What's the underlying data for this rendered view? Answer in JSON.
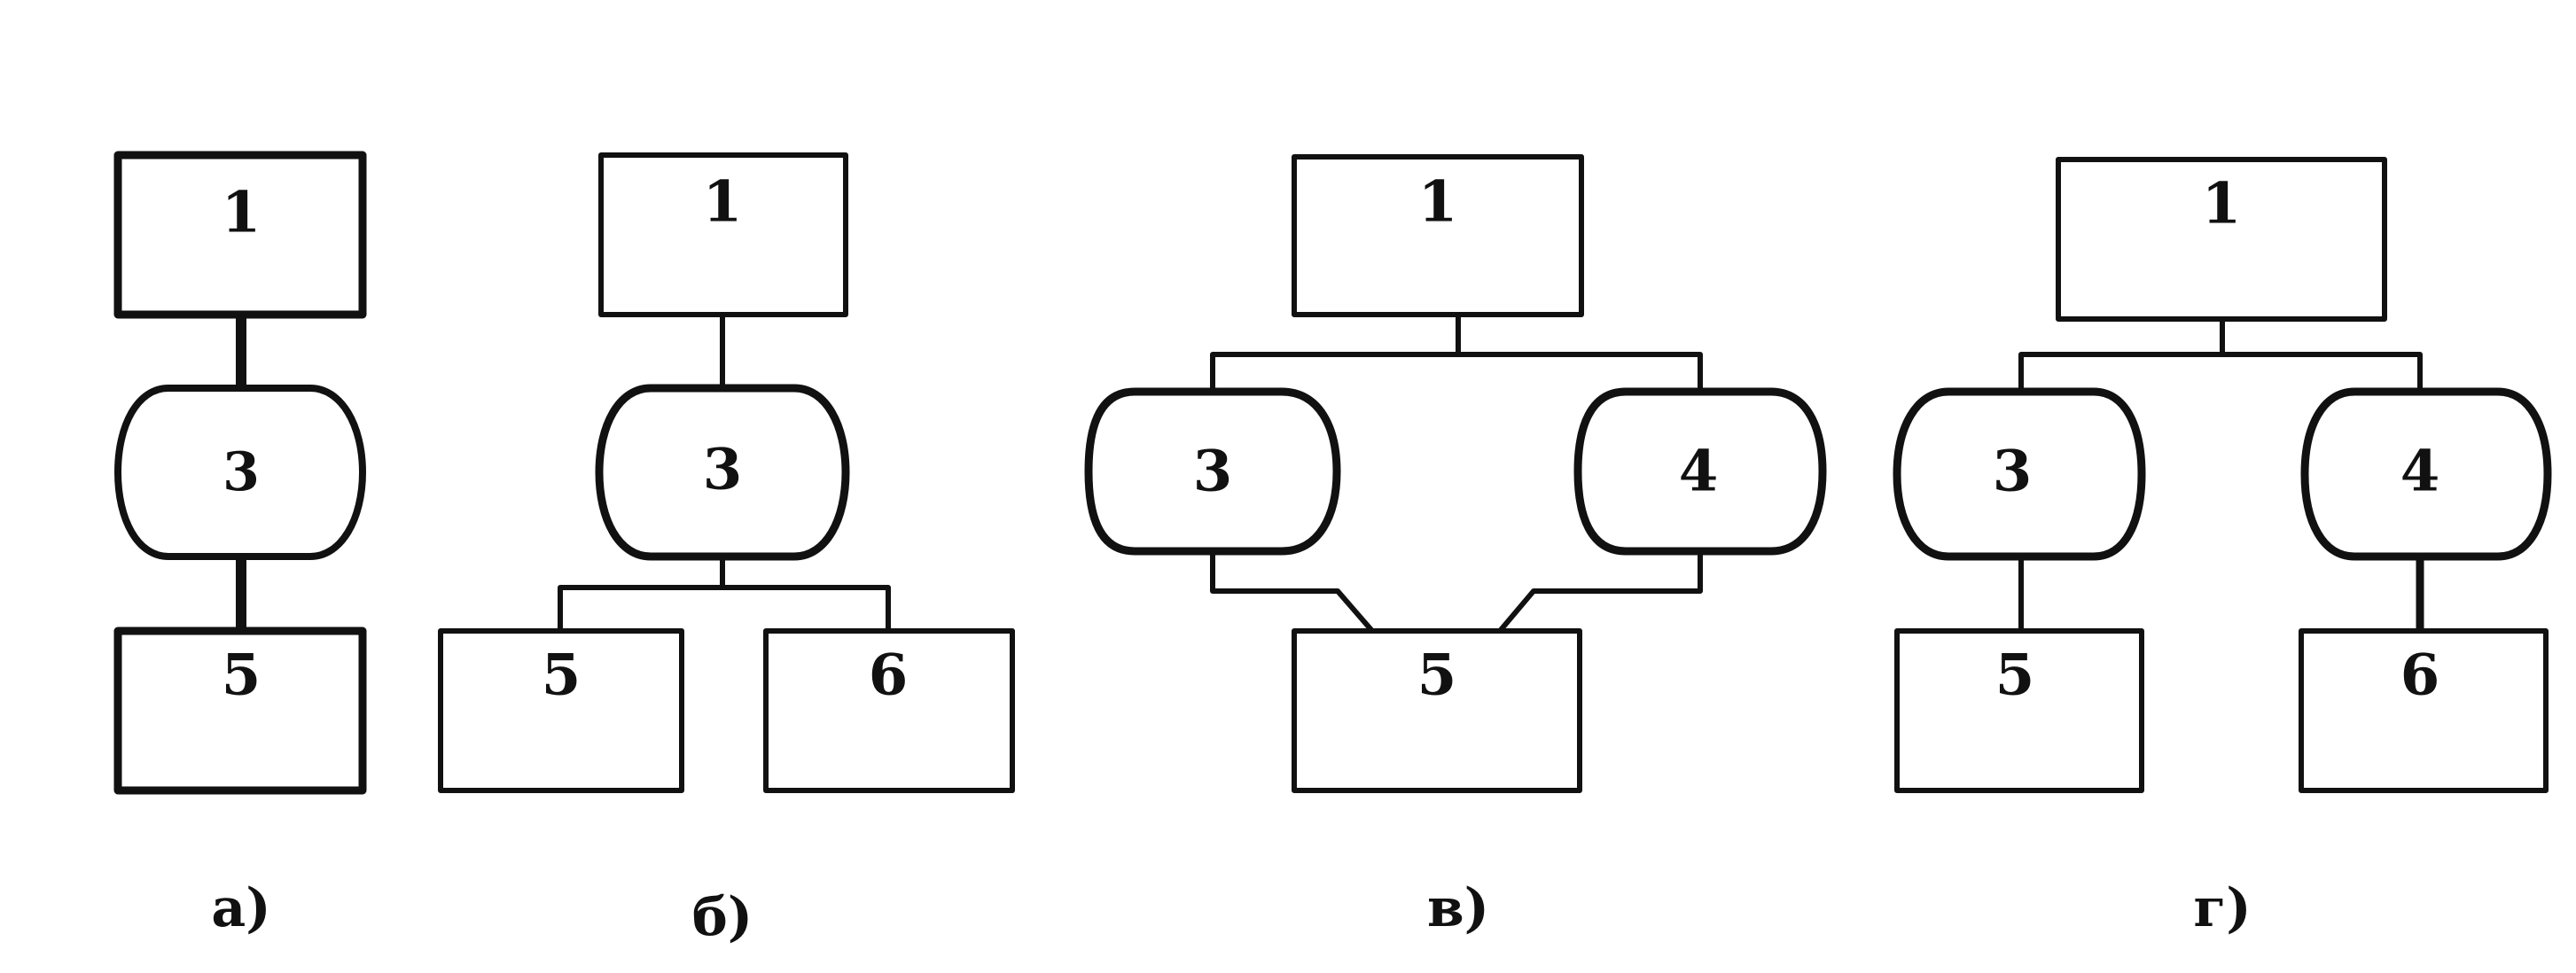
{
  "diagrams": [
    {
      "caption": "а)",
      "blocks": {
        "top": "1",
        "mid": "3",
        "bottom": "5"
      }
    },
    {
      "caption": "б)",
      "blocks": {
        "top": "1",
        "mid": "3",
        "bottom_left": "5",
        "bottom_right": "6"
      }
    },
    {
      "caption": "в)",
      "blocks": {
        "top": "1",
        "mid_left": "3",
        "mid_right": "4",
        "bottom": "5"
      }
    },
    {
      "caption": "г)",
      "blocks": {
        "top": "1",
        "mid_left": "3",
        "mid_right": "4",
        "bottom_left": "5",
        "bottom_right": "6"
      }
    }
  ],
  "colors": {
    "ink": "#111111",
    "background": "#ffffff"
  }
}
